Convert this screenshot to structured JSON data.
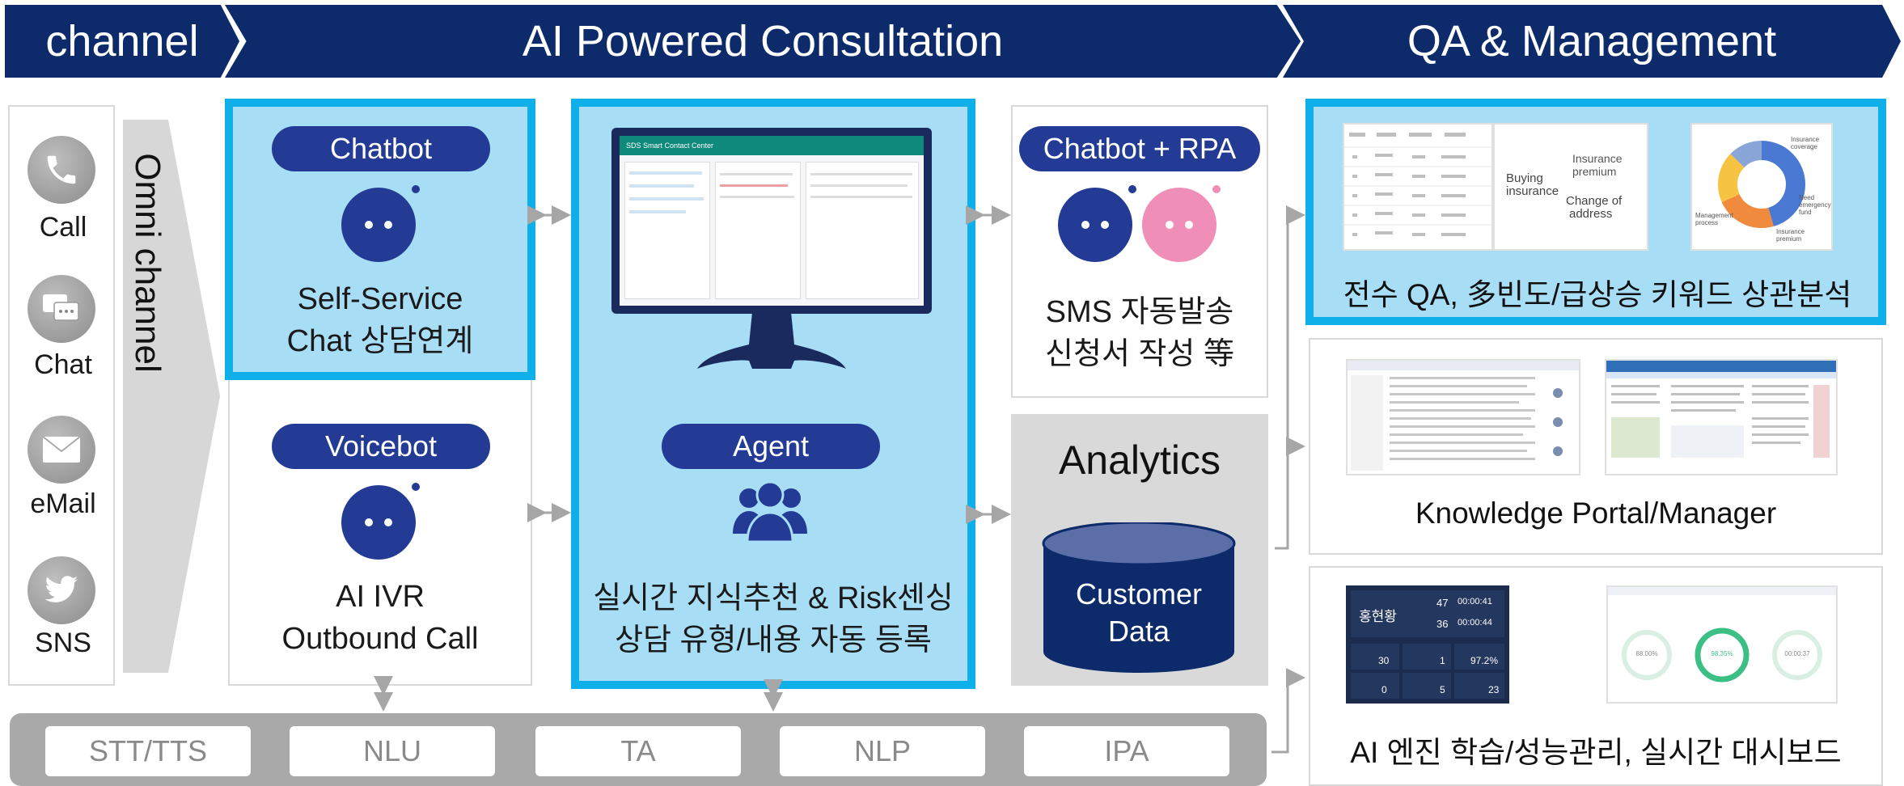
{
  "header": {
    "channel": "channel",
    "ai": "AI Powered Consultation",
    "qa": "QA & Management"
  },
  "channels": [
    {
      "label": "Call",
      "icon": "phone-icon"
    },
    {
      "label": "Chat",
      "icon": "chat-icon"
    },
    {
      "label": "eMail",
      "icon": "mail-icon"
    },
    {
      "label": "SNS",
      "icon": "twitter-icon"
    }
  ],
  "omni_label": "Omni channel",
  "chatbot": {
    "pill": "Chatbot",
    "line1": "Self-Service",
    "line2": "Chat 상담연계"
  },
  "voicebot": {
    "pill": "Voicebot",
    "line1": "AI IVR",
    "line2": "Outbound Call"
  },
  "agent": {
    "pill": "Agent",
    "line1": "실시간 지식추천 & Risk센싱",
    "line2": "상담 유형/내용 자동 등록",
    "monitor_title": "SDS Smart Contact Center"
  },
  "chatbot_rpa": {
    "pill": "Chatbot + RPA",
    "line1": "SMS 자동발송",
    "line2": "신청서 작성 等"
  },
  "analytics": {
    "title": "Analytics",
    "db_line1": "Customer",
    "db_line2": "Data"
  },
  "qa_panels": [
    {
      "caption": "전수 QA, 多빈도/급상승 키워드 상관분석"
    },
    {
      "caption": "Knowledge Portal/Manager"
    },
    {
      "caption": "AI 엔진 학습/성능관리, 실시간 대시보드"
    }
  ],
  "wordcloud": [
    "Insurance",
    "premium",
    "Buying",
    "insurance",
    "Change of",
    "address"
  ],
  "donut_labels": [
    "Insurance coverage",
    "Need emergency fund",
    "Insurance premium",
    "Management process"
  ],
  "dashboard": {
    "name": "홍현황",
    "v1": "47",
    "v2": "36",
    "t1": "00:00:41",
    "t2": "00:00:44",
    "n1": "30",
    "n2": "1",
    "n3": "97.2%",
    "n4": "0",
    "n5": "5",
    "n6": "23"
  },
  "gauges": [
    "88.00%",
    "98.35%",
    "00:00:37"
  ],
  "tech_stack": [
    "STT/TTS",
    "NLU",
    "TA",
    "NLP",
    "IPA"
  ],
  "colors": {
    "navy": "#0d2a6a",
    "pill": "#243b95",
    "highlight_border": "#0fb0ea",
    "highlight_fill": "#a8ddf6",
    "pink": "#ef8fb8"
  }
}
